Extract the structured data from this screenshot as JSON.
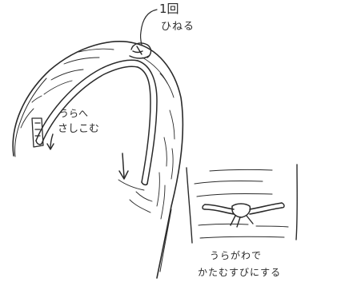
{
  "annotations": {
    "twist_once_line1": "1回",
    "twist_once_line2": "ひねる",
    "tuck_in_line1": "うらへ",
    "tuck_in_line2": "さしこむ",
    "back_knot_line1": "うらがわで",
    "back_knot_line2": "かたむすびにする"
  },
  "colors": {
    "ink": "#2a2a2a",
    "paper": "#ffffff"
  }
}
